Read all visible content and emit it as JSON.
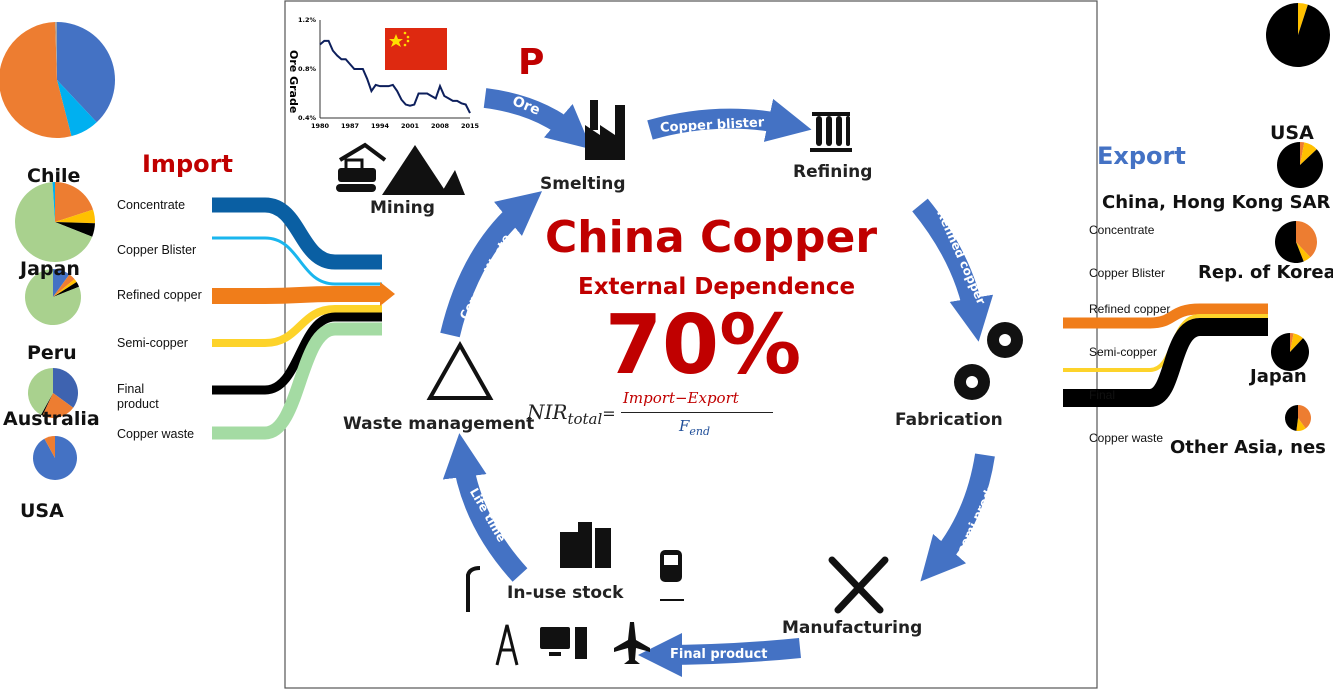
{
  "colors": {
    "import_title": "#c00000",
    "export_title": "#4472c4",
    "arrow": "#4472c4",
    "headline": "#c00000"
  },
  "header": {
    "p_label": "P"
  },
  "ore_chart": {
    "ylabel": "Ore Grade",
    "yticks": [
      "1.2%",
      "0.8%",
      "0.4%"
    ],
    "xticks": [
      "1980",
      "1987",
      "1994",
      "2001",
      "2008",
      "2015"
    ],
    "chart_data": {
      "type": "line",
      "xlabel": "",
      "ylabel": "Ore Grade",
      "ylim": [
        0.4,
        1.2
      ],
      "xlim": [
        1980,
        2015
      ],
      "x": [
        1980,
        1981,
        1982,
        1983,
        1984,
        1985,
        1986,
        1987,
        1988,
        1989,
        1990,
        1991,
        1992,
        1993,
        1994,
        1995,
        1996,
        1997,
        1998,
        1999,
        2000,
        2001,
        2002,
        2003,
        2004,
        2005,
        2006,
        2007,
        2008,
        2009,
        2010,
        2011,
        2012,
        2013,
        2014,
        2015
      ],
      "values": [
        1.0,
        1.03,
        1.03,
        0.95,
        0.91,
        0.88,
        0.88,
        0.84,
        0.8,
        0.8,
        0.8,
        0.72,
        0.62,
        0.67,
        0.66,
        0.66,
        0.66,
        0.67,
        0.62,
        0.55,
        0.51,
        0.5,
        0.51,
        0.6,
        0.6,
        0.6,
        0.58,
        0.56,
        0.66,
        0.58,
        0.56,
        0.54,
        0.54,
        0.52,
        0.51,
        0.44
      ]
    }
  },
  "import": {
    "title": "Import",
    "flows": [
      {
        "label": "Concentrate",
        "color": "#0a5fa3"
      },
      {
        "label": "Copper Blister",
        "color": "#1ab6ee"
      },
      {
        "label": "Refined copper",
        "color": "#f07d1a"
      },
      {
        "label": "Semi-copper",
        "color": "#fdd32a"
      },
      {
        "label": "Final product",
        "line1": "Final",
        "line2": "product",
        "color": "#000000"
      },
      {
        "label": "Copper waste",
        "color": "#a4dba3"
      }
    ],
    "countries": [
      {
        "name": "Chile",
        "slices": [
          {
            "v": 0.38,
            "c": "#4472c4"
          },
          {
            "v": 0.08,
            "c": "#00b0f0"
          },
          {
            "v": 0.535,
            "c": "#ed7d31"
          },
          {
            "v": 0.005,
            "c": "#a5a5a5"
          }
        ]
      },
      {
        "name": "Japan",
        "slices": [
          {
            "v": 0.2,
            "c": "#ed7d31"
          },
          {
            "v": 0.055,
            "c": "#ffc000"
          },
          {
            "v": 0.055,
            "c": "#000000"
          },
          {
            "v": 0.68,
            "c": "#a9d18e"
          },
          {
            "v": 0.01,
            "c": "#00b0f0"
          }
        ]
      },
      {
        "name": "Peru",
        "slices": [
          {
            "v": 0.1,
            "c": "#4472c4"
          },
          {
            "v": 0.04,
            "c": "#ed7d31"
          },
          {
            "v": 0.02,
            "c": "#ffc000"
          },
          {
            "v": 0.03,
            "c": "#000000"
          },
          {
            "v": 0.81,
            "c": "#a9d18e"
          }
        ]
      },
      {
        "name": "Australia",
        "slices": [
          {
            "v": 0.35,
            "c": "#3e63b0"
          },
          {
            "v": 0.22,
            "c": "#ed7d31"
          },
          {
            "v": 0.01,
            "c": "#000000"
          },
          {
            "v": 0.42,
            "c": "#a9d18e"
          }
        ]
      },
      {
        "name": "USA",
        "slices": [
          {
            "v": 0.92,
            "c": "#4472c4"
          },
          {
            "v": 0.08,
            "c": "#ed7d31"
          }
        ]
      }
    ]
  },
  "export": {
    "title": "Export",
    "flows": [
      {
        "label": "Concentrate"
      },
      {
        "label": "Copper Blister"
      },
      {
        "label": "Refined copper",
        "color": "#f07d1a"
      },
      {
        "label": "Semi-copper",
        "color": "#fdd32a"
      },
      {
        "label": "Final",
        "color": "#000000"
      },
      {
        "label": "Copper waste"
      }
    ],
    "countries": [
      {
        "name": "USA",
        "slices": [
          {
            "v": 0.05,
            "c": "#ffc000"
          },
          {
            "v": 0.95,
            "c": "#000000"
          }
        ]
      },
      {
        "name": "China, Hong Kong SAR",
        "slices": [
          {
            "v": 0.03,
            "c": "#ed7d31"
          },
          {
            "v": 0.1,
            "c": "#ffc000"
          },
          {
            "v": 0.87,
            "c": "#000000"
          }
        ]
      },
      {
        "name": "Rep. of Korea",
        "slices": [
          {
            "v": 0.38,
            "c": "#ed7d31"
          },
          {
            "v": 0.06,
            "c": "#ffc000"
          },
          {
            "v": 0.56,
            "c": "#000000"
          }
        ]
      },
      {
        "name": "Japan",
        "slices": [
          {
            "v": 0.03,
            "c": "#ed7d31"
          },
          {
            "v": 0.09,
            "c": "#ffc000"
          },
          {
            "v": 0.88,
            "c": "#000000"
          }
        ]
      },
      {
        "name": "Other Asia, nes",
        "slices": [
          {
            "v": 0.4,
            "c": "#ed7d31"
          },
          {
            "v": 0.12,
            "c": "#ffc000"
          },
          {
            "v": 0.48,
            "c": "#000000"
          }
        ]
      }
    ]
  },
  "cycle": {
    "stages": {
      "mining": "Mining",
      "smelting": "Smelting",
      "refining": "Refining",
      "fabrication": "Fabrication",
      "manufacturing": "Manufacturing",
      "in_use": "In-use stock",
      "waste": "Waste management"
    },
    "arrows": {
      "ore": "Ore",
      "blister": "Copper blister",
      "refined": "Refined copper",
      "semi": "semi product",
      "final": "Final product",
      "lifetime": "Life time",
      "waste": "Copper Waste"
    }
  },
  "center": {
    "title": "China Copper",
    "subtitle": "External Dependence",
    "value": "70%",
    "formula": {
      "lhs": "NIR",
      "sub": "total",
      "eq": "=",
      "numerator": "Import−Export",
      "denominator": "F",
      "den_sub": "end"
    }
  }
}
